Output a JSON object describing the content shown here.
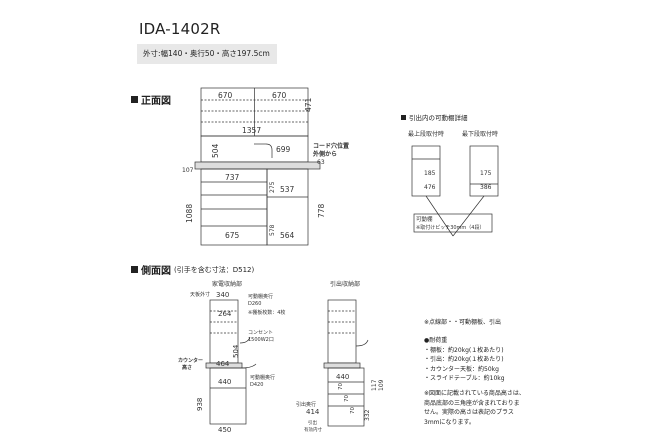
{
  "model": "IDA-1402R",
  "spec": "外寸:幅140・奥行50・高さ197.5cm",
  "front": {
    "title": "正面図",
    "dims": {
      "w670a": "670",
      "w670b": "670",
      "h471": "471",
      "w1357": "1357",
      "h504": "504",
      "w699": "699",
      "h107": "107",
      "w737": "737",
      "w537": "537",
      "h275": "275",
      "h1088": "1088",
      "h578": "578",
      "h778": "778",
      "w675": "675",
      "w564": "564",
      "n63": "63"
    },
    "cord_label_1": "コード穴位置",
    "cord_label_2": "外側から"
  },
  "drawer_detail": {
    "title": "引出内の可動棚詳細",
    "top_label": "最上段取付時",
    "bottom_label": "最下段取付時",
    "d185": "185",
    "d476": "476",
    "d175": "175",
    "d386": "386",
    "box_line1": "可動棚",
    "box_line2": "※取付けピッチ30mm（4段）"
  },
  "side": {
    "title": "側面図",
    "subtitle": "(引手を含む寸法：D512)",
    "appliance_label": "家電収納部",
    "top_depth_label": "天板外寸",
    "d340": "340",
    "shelf_depth_label": "可動棚奥行",
    "shelf_depth_value": "D260",
    "shelf_count": "※棚板枚数：4枚",
    "d264": "264",
    "outlet_label": "コンセント",
    "outlet_value": "1500W2口",
    "h504": "504",
    "d464": "464",
    "counter_label_1": "カウンター",
    "counter_label_2": "高さ",
    "slide_depth_label": "可動棚奥行",
    "slide_depth_value": "D420",
    "d440": "440",
    "h938": "938",
    "d450": "450",
    "drawer_section_label": "引出収納部",
    "d440b": "440",
    "d414": "414",
    "drawer_depth_label": "引出奥行",
    "drawer_eff_label": "引出",
    "drawer_eff_label2": "有効内寸",
    "h332": "332",
    "h117": "117",
    "h109": "109",
    "h70a": "70",
    "h70b": "70",
    "h70c": "70"
  },
  "notes": {
    "dotted": "※点線部・・可動棚板、引出",
    "load_title": "●耐荷重",
    "load_items": [
      "・棚板：約20kg(１枚あたり)",
      "・引出：約20kg(１枚あたり)",
      "・カウンター天板：約50kg",
      "・スライドテーブル：約10kg"
    ],
    "disclaimer": [
      "※図面に記載されている商品高さは、",
      "商品底部の三角座が含まれておりま",
      "せん。実際の高さは表記のプラス",
      "3mmになります。"
    ]
  }
}
